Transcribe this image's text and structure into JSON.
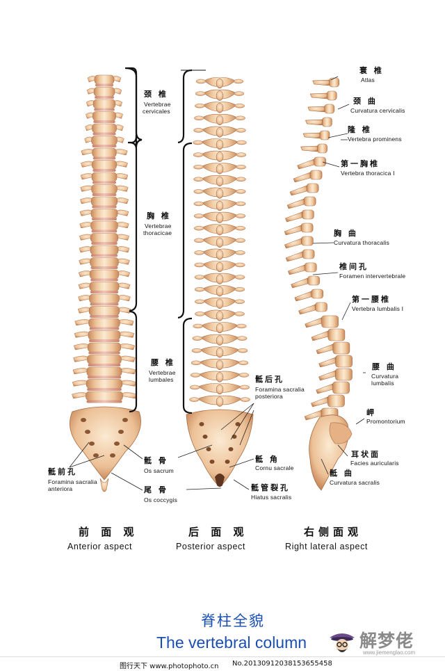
{
  "anterior": {
    "cervical": {
      "zh": "颈 椎",
      "la1": "Vertebrae",
      "la2": "cervicales"
    },
    "thoracic": {
      "zh": "胸 椎",
      "la1": "Vertebrae",
      "la2": "thoracicae"
    },
    "lumbar": {
      "zh": "腰 椎",
      "la1": "Vertebrae",
      "la2": "lumbales"
    },
    "sacral_foramina": {
      "zh": "骶前孔",
      "la1": "Foramina sacralia",
      "la2": "anteriora"
    },
    "sacrum": {
      "zh": "骶 骨",
      "la": "Os sacrum"
    },
    "coccyx": {
      "zh": "尾 骨",
      "la": "Os coccygis"
    },
    "caption_zh": "前 面 观",
    "caption_en": "Anterior aspect"
  },
  "posterior": {
    "sacral_foramina": {
      "zh": "骶后孔",
      "la1": "Foramina sacralia",
      "la2": "posteriora"
    },
    "cornu": {
      "zh": "骶 角",
      "la": "Cornu sacrale"
    },
    "hiatus": {
      "zh": "骶管裂孔",
      "la": "Hiatus sacralis"
    },
    "caption_zh": "后 面 观",
    "caption_en": "Posterior aspect"
  },
  "lateral": {
    "atlas": {
      "zh": "寰 椎",
      "la": "Atlas"
    },
    "cervical_curve": {
      "zh": "颈 曲",
      "la": "Curvatura cervicalis"
    },
    "prominens": {
      "zh": "隆 椎",
      "la": "Vertebra prominens"
    },
    "thoracic1": {
      "zh": "第一胸椎",
      "la": "Vertebra thoracica I"
    },
    "thoracic_curve": {
      "zh": "胸 曲",
      "la": "Curvatura thoracalis"
    },
    "foramen": {
      "zh": "椎间孔",
      "la": "Foramen intervertebrale"
    },
    "lumbar1": {
      "zh": "第一腰椎",
      "la": "Vertebra lumbalis I"
    },
    "lumbar_curve": {
      "zh": "腰 曲",
      "la1": "Curvatura",
      "la2": "lumbalis"
    },
    "promontory": {
      "zh": "岬",
      "la": "Promontorium"
    },
    "auricular": {
      "zh": "耳状面",
      "la": "Facies auricularis"
    },
    "sacral_curve": {
      "zh": "骶 曲",
      "la": "Curvatura sacralis"
    },
    "caption_zh": "右侧面观",
    "caption_en": "Right lateral aspect"
  },
  "title_zh": "脊柱全貌",
  "title_en": "The vertebral column",
  "watermark_zh": "解梦佬",
  "watermark_url": "www.jiemenglao.com",
  "footer_left": "图行天下 www.photophoto.cn",
  "footer_right": "No.20130912038153655458",
  "colors": {
    "bone_light": "#f7e3c4",
    "bone_mid": "#e9b98a",
    "bone_dark": "#c98a5c",
    "disc_pink": "#e7b3a4",
    "title_blue": "#1a4fb0"
  }
}
